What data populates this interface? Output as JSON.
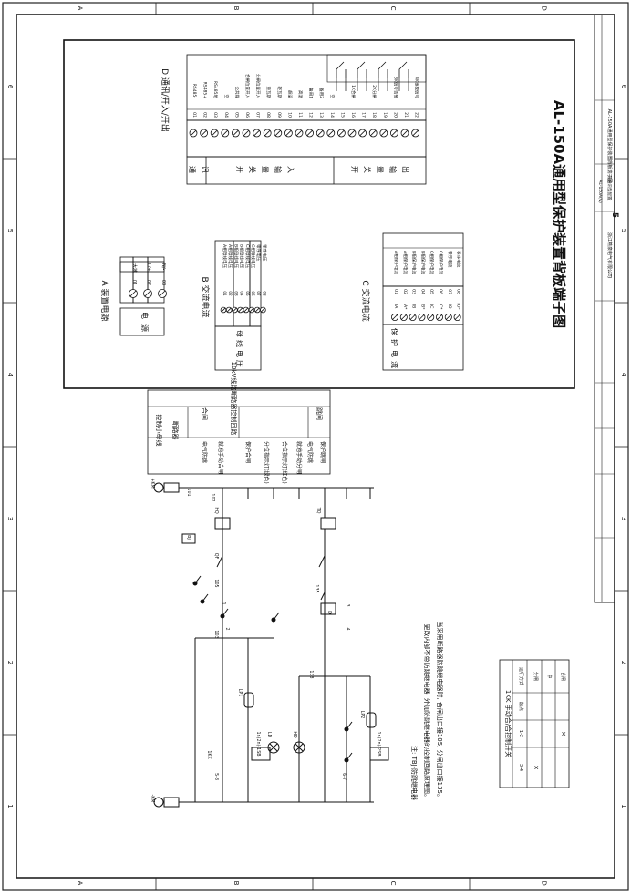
{
  "title": "AL-150A通用型保护装置背板端子图",
  "border": {
    "top_letters": [
      "A",
      "B",
      "C",
      "D"
    ],
    "bottom_letters": [
      "A",
      "B",
      "C",
      "D"
    ],
    "side_numbers": [
      "6",
      "5",
      "4",
      "3",
      "2",
      "1"
    ]
  },
  "title_block": {
    "company": "浙江燕泉电气有限公司",
    "drawing_name": "AL-150A通用型保护装置背板端子图",
    "drawing_no": "AL-150A(V)",
    "subtitle": "非通讯型配置",
    "page": "5"
  },
  "group_a": {
    "heading": "A 装置电源",
    "side_label": [
      "电",
      "源"
    ],
    "terminals": [
      {
        "no": "01",
        "text": "大地"
      },
      {
        "no": "02",
        "text": "L/+"
      },
      {
        "no": "03",
        "text": "N/-"
      }
    ]
  },
  "group_b": {
    "heading": "B 交流电流",
    "side_label": [
      "母",
      "线",
      "电",
      "压"
    ],
    "terminals": [
      {
        "no": "01",
        "text": "A相母线电压"
      },
      {
        "no": "02",
        "text": "A相母线电压"
      },
      {
        "no": "03",
        "text": "B相母线电压"
      },
      {
        "no": "04",
        "text": "B相母线电压"
      },
      {
        "no": "05",
        "text": "C相母线电压"
      },
      {
        "no": "06",
        "text": "C相母线电压"
      },
      {
        "no": "07",
        "text": "零序电压"
      },
      {
        "no": "08",
        "text": "零序电压"
      }
    ]
  },
  "group_c": {
    "heading": "C 交流电流",
    "side_label": [
      "保",
      "护",
      "电",
      "流"
    ],
    "terminals": [
      {
        "no": "01",
        "sig": "IA",
        "text": "A相保护电流"
      },
      {
        "no": "02",
        "sig": "IA*",
        "text": "A相保护电流"
      },
      {
        "no": "03",
        "sig": "IB",
        "text": "B相保护电流"
      },
      {
        "no": "04",
        "sig": "IB*",
        "text": "B相保护电流"
      },
      {
        "no": "05",
        "sig": "IC",
        "text": "C相保护电流"
      },
      {
        "no": "06",
        "sig": "IC*",
        "text": "C相保护电流"
      },
      {
        "no": "07",
        "sig": "IO",
        "text": "零序电流"
      },
      {
        "no": "08",
        "sig": "IO*",
        "text": "零序电流"
      }
    ]
  },
  "group_d": {
    "heading": "D 通讯/开入/开出",
    "sections": [
      {
        "label": [
          "通",
          "讯"
        ]
      },
      {
        "label": [
          "开",
          "关",
          "量",
          "输",
          "入"
        ]
      },
      {
        "label": [
          "开",
          "关",
          "量",
          "输",
          "出"
        ]
      }
    ],
    "terminals": [
      {
        "no": "01",
        "text": "RS485-"
      },
      {
        "no": "02",
        "text": "RS485+"
      },
      {
        "no": "03",
        "text": "RS485地"
      },
      {
        "no": "04",
        "text": "空"
      },
      {
        "no": "05",
        "text": "公共端"
      },
      {
        "no": "06",
        "text": "合闸位置开入"
      },
      {
        "no": "07",
        "text": "分闸位置开入"
      },
      {
        "no": "08",
        "text": "重瓦斯"
      },
      {
        "no": "09",
        "text": "轻瓦斯"
      },
      {
        "no": "10",
        "text": "超温"
      },
      {
        "no": "11",
        "text": "高温"
      },
      {
        "no": "12",
        "text": "备用1"
      },
      {
        "no": "13",
        "text": "备用2"
      },
      {
        "no": "14",
        "text": "空"
      },
      {
        "no": "15",
        "text": ""
      },
      {
        "no": "16",
        "text": "1K合闸"
      },
      {
        "no": "17",
        "text": ""
      },
      {
        "no": "18",
        "text": "2K分闸"
      },
      {
        "no": "19",
        "text": ""
      },
      {
        "no": "20",
        "text": "3K信号告警"
      },
      {
        "no": "21",
        "text": ""
      },
      {
        "no": "22",
        "text": "4K事故信号"
      }
    ]
  },
  "control_table": {
    "bus_label": "控制小母线",
    "breaker_label": "断路器",
    "close_col": "合闸",
    "trip_col": "跳闸",
    "rows": [
      "电气防跳",
      "就地手动合闸",
      "保护合闸",
      "分位指示灯(绿色)",
      "合位指示灯(红色)",
      "就地手动分闸",
      "电气防跳",
      "保护跳闸"
    ],
    "vert_label": "10kV线路断路器控制回路"
  },
  "circuit": {
    "labels": [
      "+KM",
      "-KM",
      "101",
      "102",
      "103",
      "105",
      "133",
      "135",
      "TBJ",
      "QF",
      "LD",
      "HD",
      "HQ",
      "TQ",
      "1KK",
      "LP1",
      "LP2",
      "1n(2n)-1SB",
      "1n(2n)-2SB",
      "5-8",
      "6-7",
      "1",
      "2",
      "3",
      "4",
      "D"
    ]
  },
  "notes": {
    "title": "注: TBJ-防跳继电器",
    "lines": [
      "更改内部不带防跳继电器, 外加防跳继电器的控制回路原理图。",
      "当采用断路器防跳继电器时, 合闸出口接105, 分闸出口接135。"
    ]
  },
  "switch_table": {
    "title": "1KK 手动合/合控制开关",
    "header": [
      "运行方式",
      "分闸",
      "中",
      "合闸"
    ],
    "row_labels": [
      "触点",
      "1-2",
      "3-4"
    ],
    "marks": [
      [
        "",
        "",
        "×"
      ],
      [
        "×",
        "",
        ""
      ]
    ]
  }
}
